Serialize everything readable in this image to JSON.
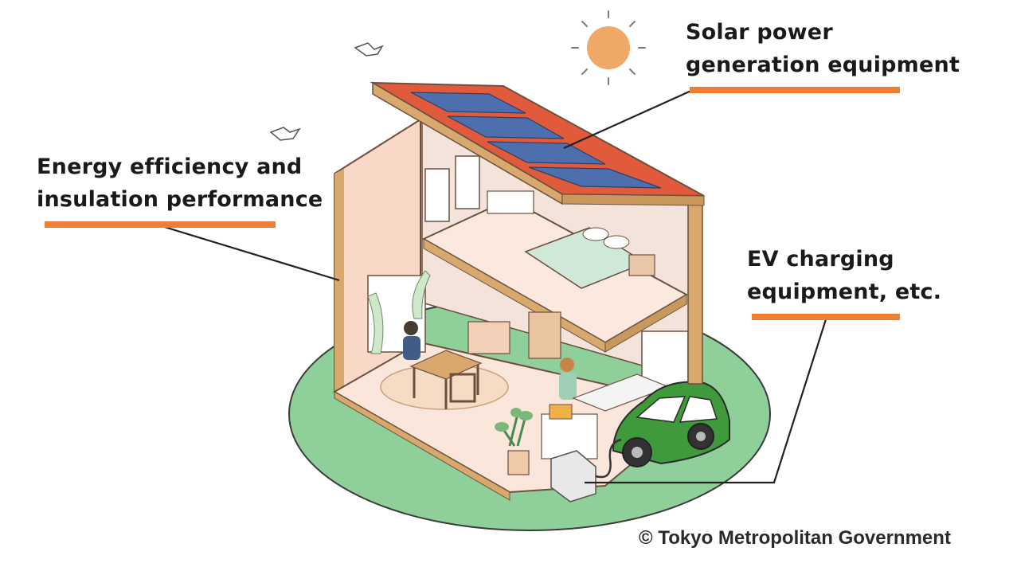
{
  "callouts": {
    "solar": {
      "line1": "Solar power",
      "line2": "generation equipment"
    },
    "energy": {
      "line1": "Energy efficiency and",
      "line2": "insulation performance"
    },
    "ev": {
      "line1": "EV charging",
      "line2": "equipment, etc."
    }
  },
  "copyright": "© Tokyo Metropolitan Government",
  "colors": {
    "accent_underline": "#f07d32",
    "ground": "#8fcf9a",
    "roof": "#e25a3c",
    "solar_panel": "#4e6fae",
    "sun": "#f0a868",
    "wall_interior": "#f8dccf",
    "timber": "#d9a86c",
    "car": "#3f9a3c"
  }
}
